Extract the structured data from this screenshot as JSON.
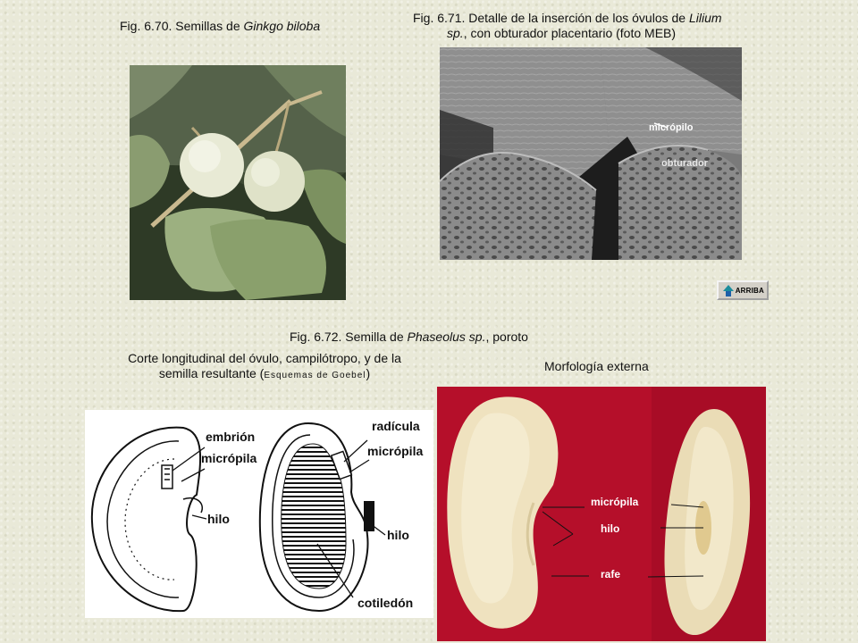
{
  "fig670": {
    "prefix": "Fig. 6.70. Semillas de ",
    "species": "Ginkgo biloba"
  },
  "fig671": {
    "prefix": "Fig. 6.71. Detalle de la inserción de los óvulos de ",
    "genus": "Lilium",
    "sp": "sp.",
    "rest": ", con  obturador placentario (foto MEB)",
    "labels": {
      "micropilo": "micrópilo",
      "obturador": "obturador"
    }
  },
  "button": {
    "label": "ARRIBA"
  },
  "fig672": {
    "prefix": "Fig. 6.72. Semilla de ",
    "species": "Phaseolus sp.",
    "rest": ", poroto"
  },
  "section_left": {
    "line1": "Corte longitudinal del óvulo, campilótropo, y de la",
    "line2": "semilla resultante (",
    "credit": "Esquemas de Goebel",
    "close": ")"
  },
  "section_right": {
    "title": "Morfología externa"
  },
  "diagram_labels": {
    "embrion": "embrión",
    "micropila_left": "micrópila",
    "hilo_left": "hilo",
    "radicula": "radícula",
    "micropila_right": "micrópila",
    "hilo_right": "hilo",
    "cotiledon": "cotiledón"
  },
  "photo_labels": {
    "micropila": "micrópila",
    "hilo": "hilo",
    "rafe": "rafe"
  },
  "colors": {
    "background": "#e9e9d8",
    "bean_backdrop": "#b8102a",
    "bean": "#efe2bf"
  }
}
